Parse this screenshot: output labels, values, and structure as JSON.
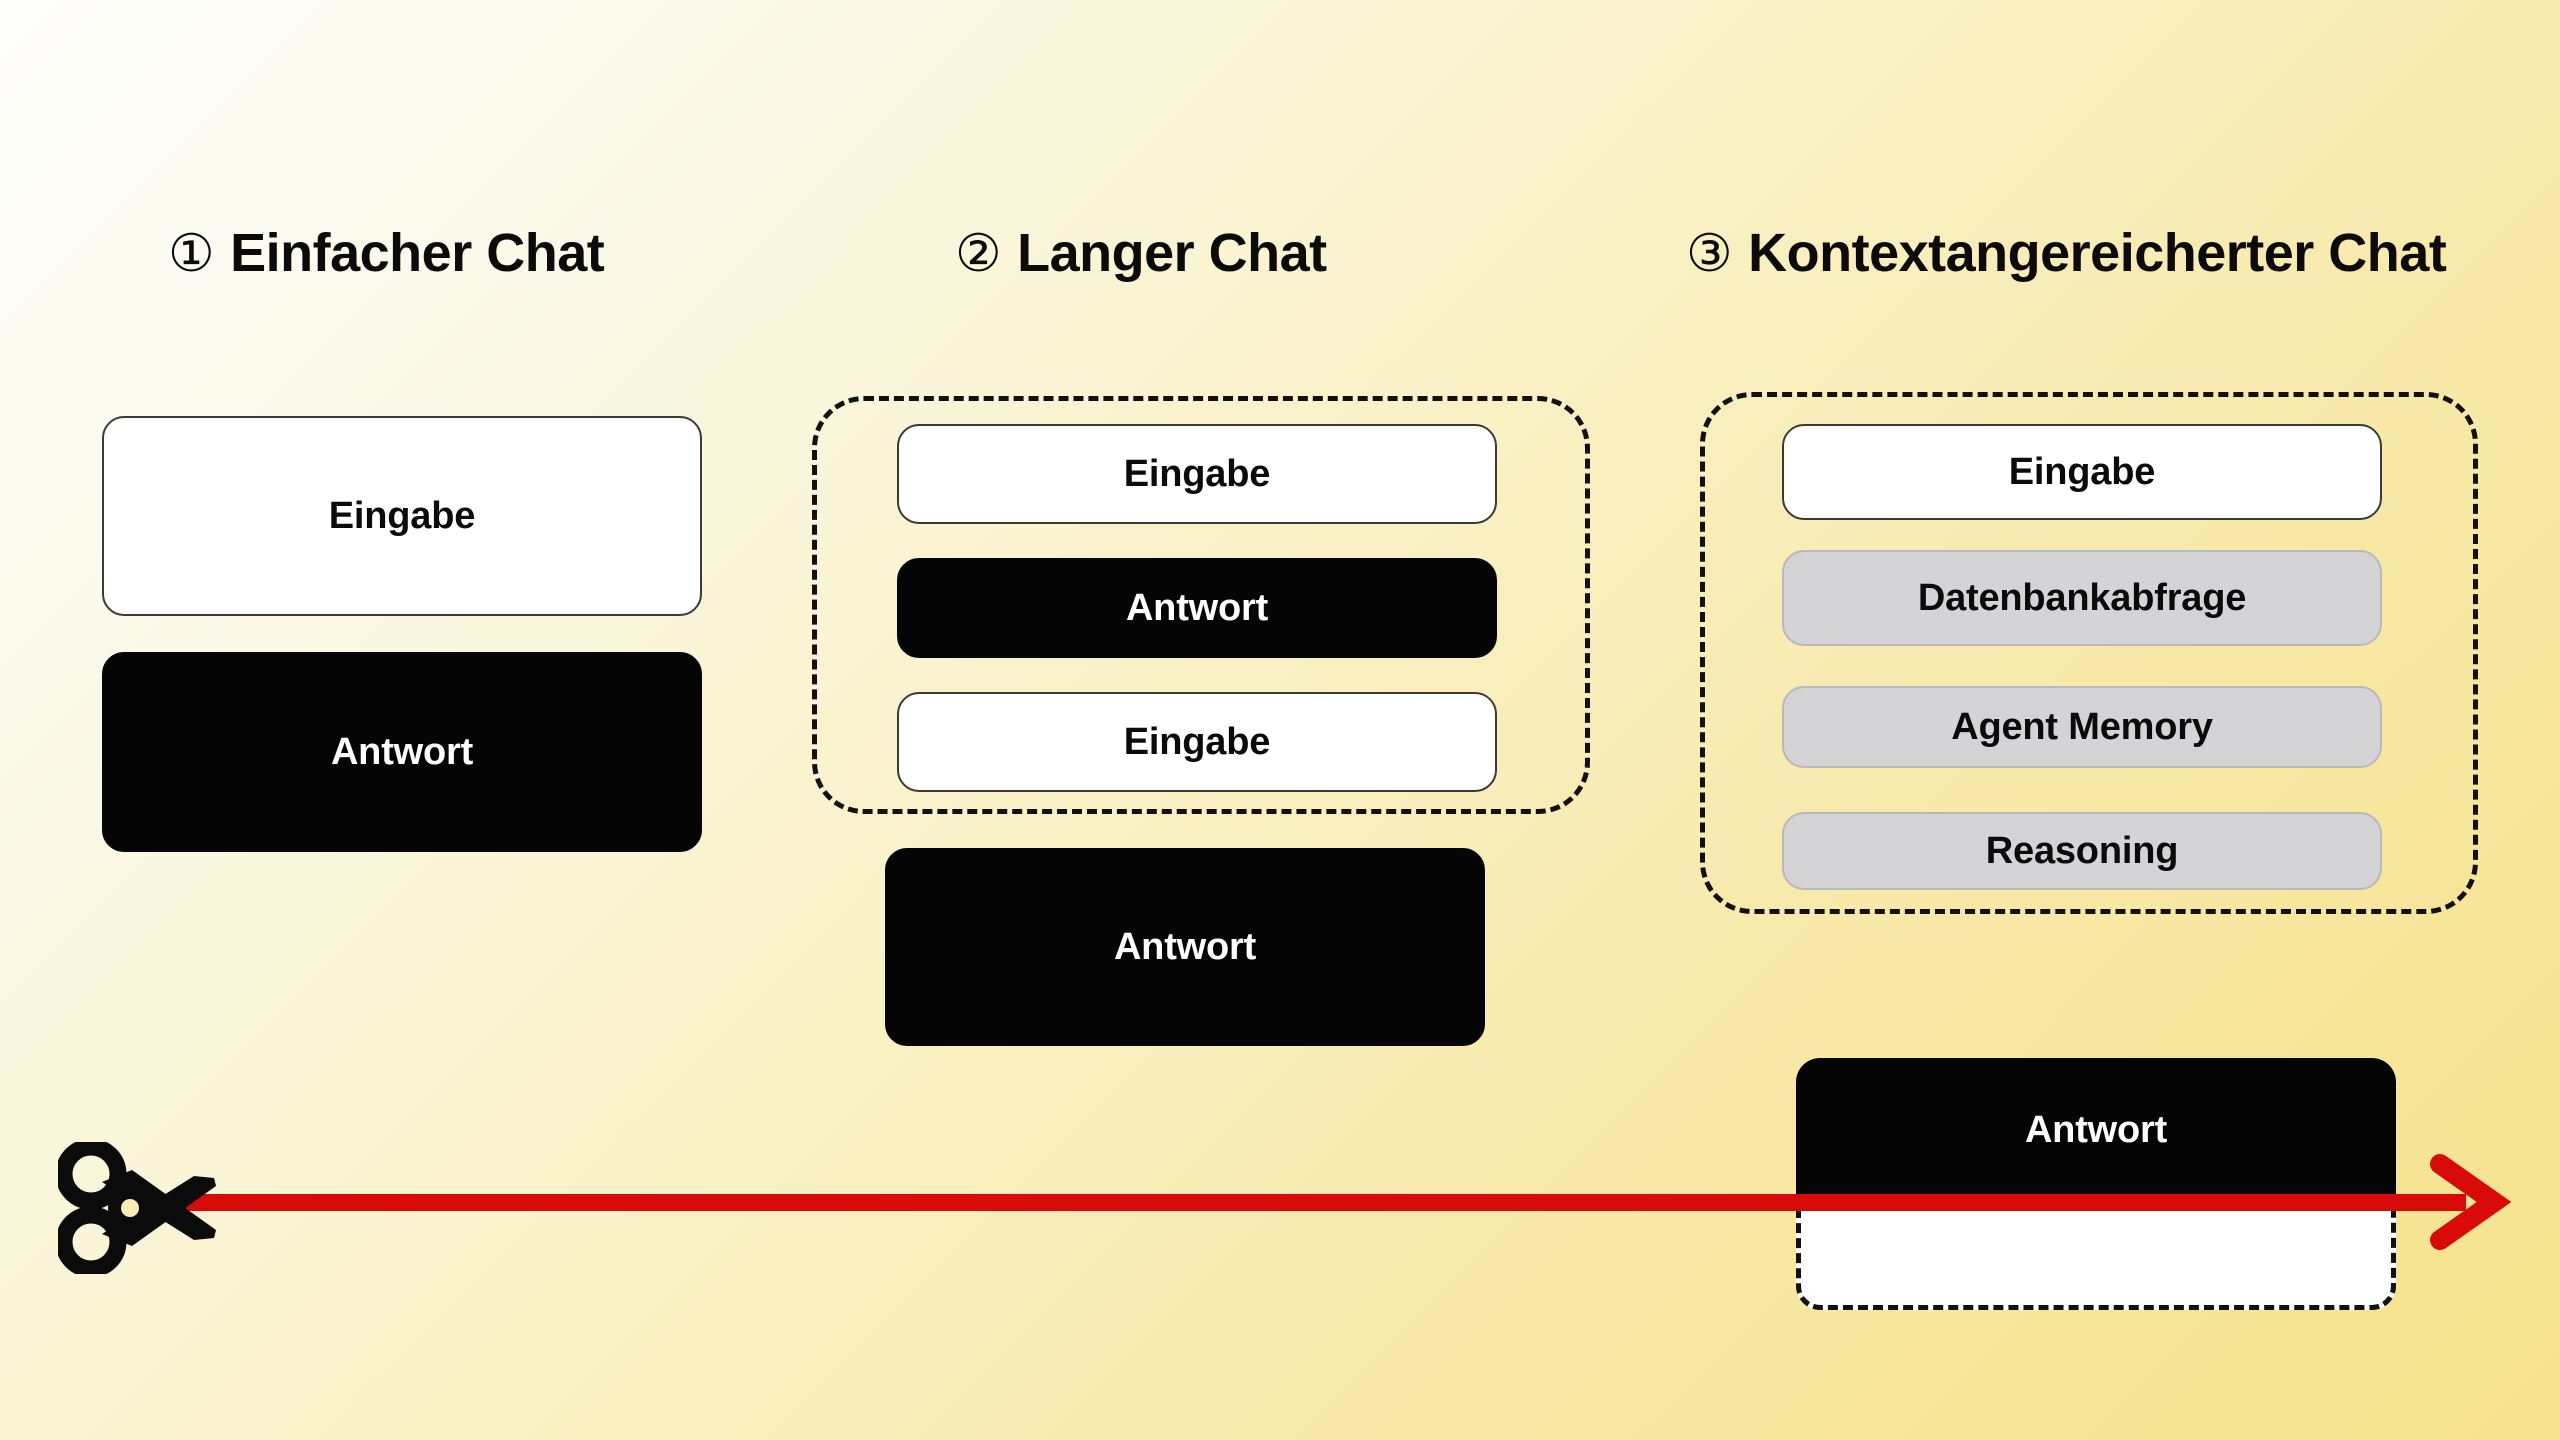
{
  "columns": [
    {
      "marker": "①",
      "title": "Einfacher Chat",
      "boxes": [
        {
          "label": "Eingabe",
          "style": "white"
        },
        {
          "label": "Antwort",
          "style": "black"
        }
      ]
    },
    {
      "marker": "②",
      "title": "Langer Chat",
      "grouped_boxes": [
        {
          "label": "Eingabe",
          "style": "white"
        },
        {
          "label": "Antwort",
          "style": "black"
        },
        {
          "label": "Eingabe",
          "style": "white"
        }
      ],
      "outside_box": {
        "label": "Antwort",
        "style": "black"
      }
    },
    {
      "marker": "③",
      "title": "Kontextangereicherter Chat",
      "grouped_boxes": [
        {
          "label": "Eingabe",
          "style": "white"
        },
        {
          "label": "Datenbankabfrage",
          "style": "gray"
        },
        {
          "label": "Agent Memory",
          "style": "gray"
        },
        {
          "label": "Reasoning",
          "style": "gray"
        }
      ],
      "outside_box": {
        "label": "Antwort",
        "style": "split-black-white"
      }
    }
  ],
  "cut_marker": {
    "scissors_icon": "scissors-icon",
    "arrow_icon": "right-arrow-icon",
    "line_color": "#D90A0A"
  },
  "colors": {
    "background_light": "#FDFDFA",
    "background_yellow": "#F6E28C",
    "box_white": "#FFFFFF",
    "box_black": "#050505",
    "box_gray": "#D4D4D6",
    "cut_red": "#D90A0A",
    "text_dark": "#0B0B0B",
    "text_light": "#FFFFFF"
  }
}
